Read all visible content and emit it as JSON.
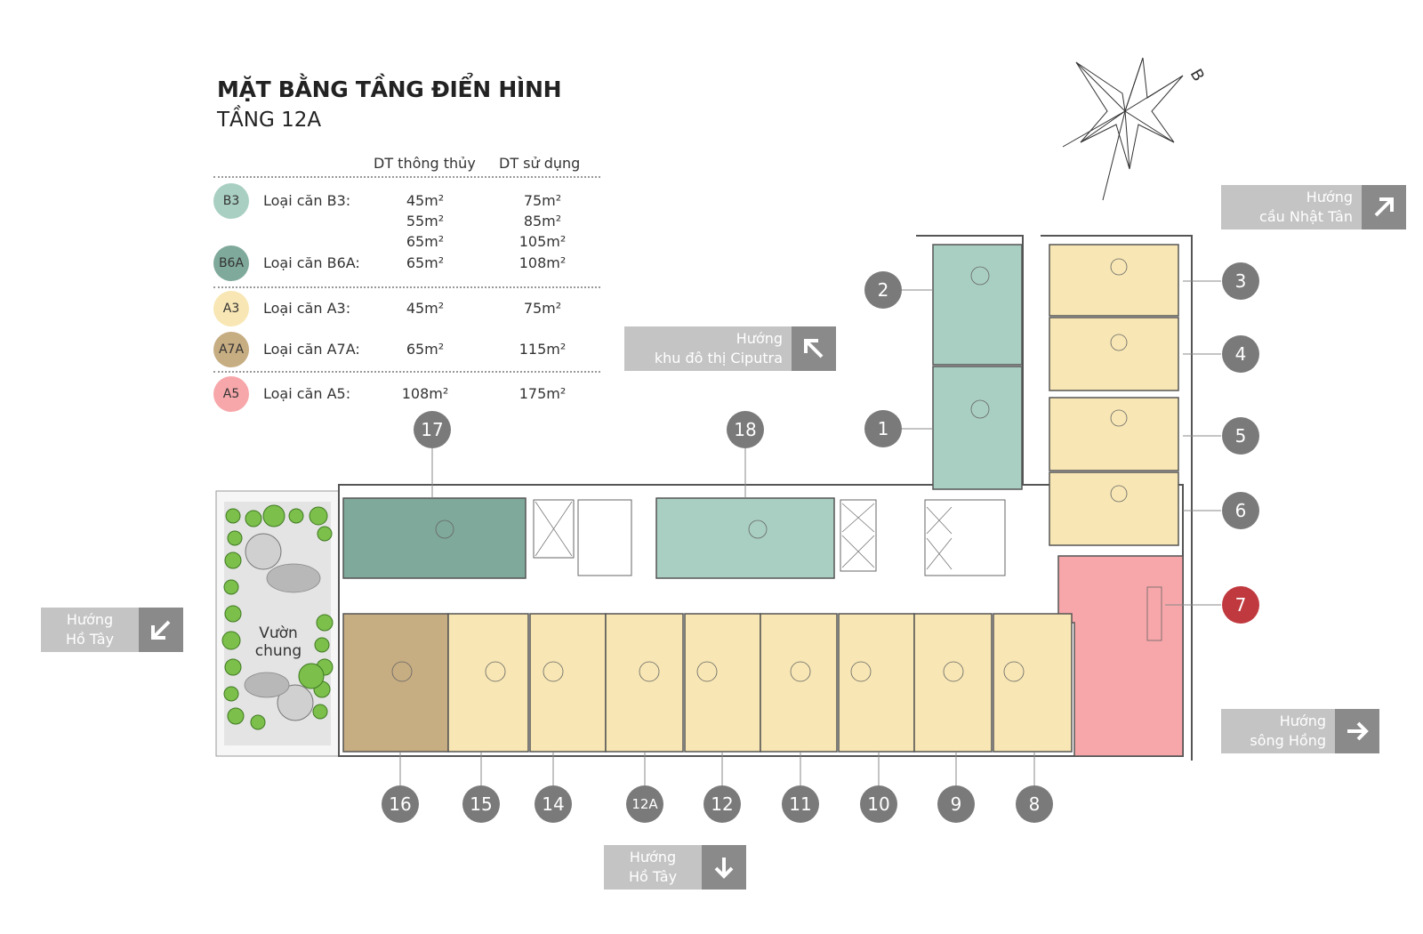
{
  "title": "MẶT BẰNG TẦNG ĐIỂN HÌNH",
  "subtitle": "TẦNG 12A",
  "legend": {
    "header_thong_thuy": "DT thông thủy",
    "header_su_dung": "DT sử dụng",
    "rows": [
      {
        "code": "B3",
        "label": "Loại căn B3:",
        "thong_thuy": [
          "45m²",
          "55m²",
          "65m²"
        ],
        "su_dung": [
          "75m²",
          "85m²",
          "105m²"
        ],
        "color": "#a9cfc2"
      },
      {
        "code": "B6A",
        "label": "Loại căn B6A:",
        "thong_thuy": [
          "65m²"
        ],
        "su_dung": [
          "108m²"
        ],
        "color": "#7fa99a"
      },
      {
        "code": "A3",
        "label": "Loại căn A3:",
        "thong_thuy": [
          "45m²"
        ],
        "su_dung": [
          "75m²"
        ],
        "color": "#f8e7b4"
      },
      {
        "code": "A7A",
        "label": "Loại căn A7A:",
        "thong_thuy": [
          "65m²"
        ],
        "su_dung": [
          "115m²"
        ],
        "color": "#c7ad82"
      },
      {
        "code": "A5",
        "label": "Loại căn A5:",
        "thong_thuy": [
          "108m²"
        ],
        "su_dung": [
          "175m²"
        ],
        "color": "#f7a7aa"
      }
    ]
  },
  "compass": {
    "north_label": "B"
  },
  "directions": {
    "nhat_tan": {
      "line1": "Hướng",
      "line2": "cầu Nhật Tân"
    },
    "ciputra": {
      "line1": "Hướng",
      "line2": "khu đô thị Ciputra"
    },
    "ho_tay_left": {
      "line1": "Hướng",
      "line2": "Hồ Tây"
    },
    "song_hong": {
      "line1": "Hướng",
      "line2": "sông Hồng"
    },
    "ho_tay_bottom": {
      "line1": "Hướng",
      "line2": "Hồ Tây"
    }
  },
  "garden": {
    "line1": "Vườn",
    "line2": "chung"
  },
  "units": [
    "1",
    "2",
    "3",
    "4",
    "5",
    "6",
    "7",
    "8",
    "9",
    "10",
    "11",
    "12",
    "12A",
    "14",
    "15",
    "16",
    "17",
    "18"
  ],
  "colors": {
    "b3": "#a9cfc2",
    "b6a": "#7fa99a",
    "a3": "#f8e7b4",
    "a7a": "#c7ad82",
    "a5": "#f7a7aa",
    "marker": "#7a7a7a",
    "marker_highlight": "#c0393f"
  }
}
